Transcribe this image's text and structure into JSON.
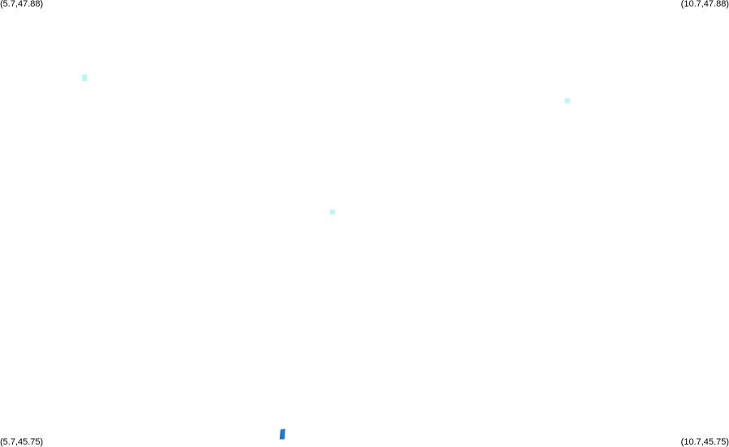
{
  "corners": {
    "top_left": "(5.7,47.88)",
    "top_right": "(10.7,47.88)",
    "bottom_left": "(5.7,45.75)",
    "bottom_right": "(10.7,45.75)"
  },
  "colors": {
    "background": "#ffffff",
    "light_feature": "#b8f7f7",
    "dark_feature": "#1f78d8"
  },
  "features": [
    {
      "kind": "light",
      "lon": 6.28,
      "lat": 47.51
    },
    {
      "kind": "light",
      "lon": 9.59,
      "lat": 47.4
    },
    {
      "kind": "light",
      "lon": 7.98,
      "lat": 46.87
    },
    {
      "kind": "dark",
      "lon": 7.64,
      "lat": 45.81
    }
  ]
}
